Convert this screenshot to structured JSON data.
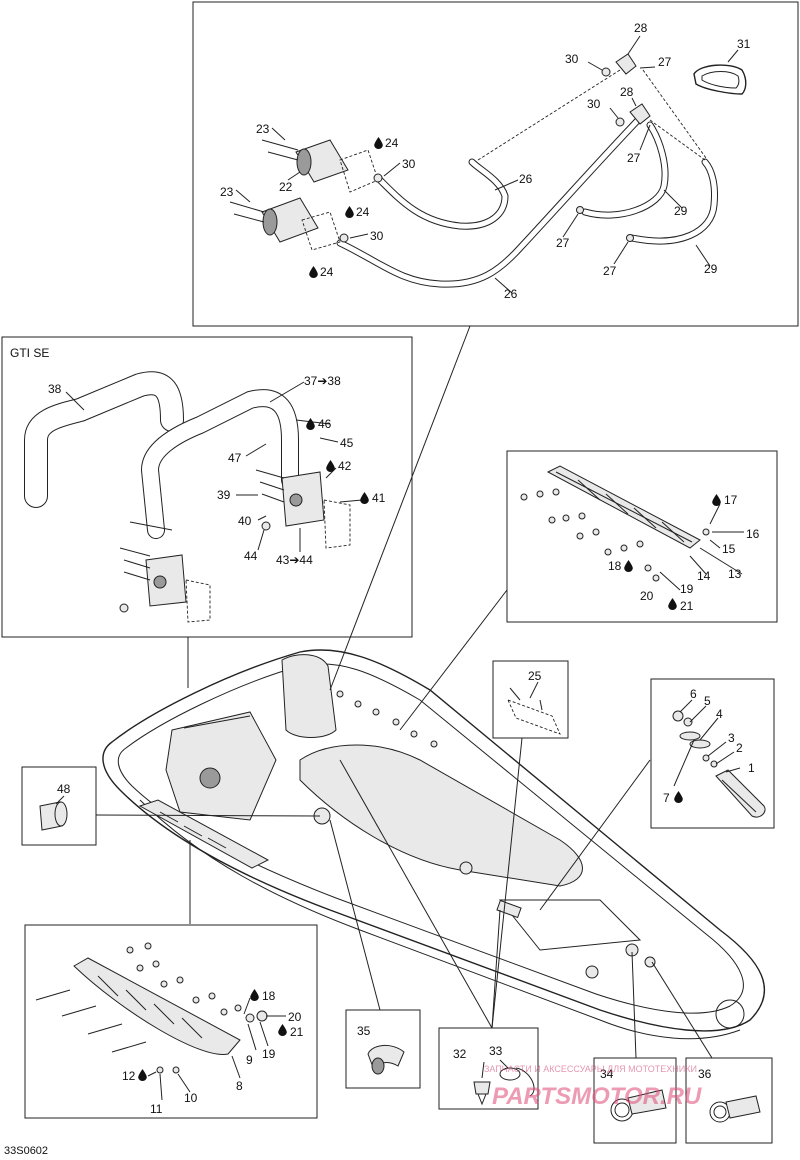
{
  "diagram_id": "33S0602",
  "variant_label": "GTI SE",
  "watermark": {
    "text_top": "ЗАПЧАСТИ И АКСЕССУАРЫ ДЛЯ МОТОТЕХНИКИ",
    "text_logo": "PARTSMOTOR.RU",
    "color": "#e04a7a"
  },
  "callouts": {
    "c1": "1",
    "c2": "2",
    "c3": "3",
    "c4": "4",
    "c5": "5",
    "c6": "6",
    "c7": "7",
    "c8": "8",
    "c9": "9",
    "c10": "10",
    "c11": "11",
    "c12": "12",
    "c13": "13",
    "c14": "14",
    "c15": "15",
    "c16": "16",
    "c17": "17",
    "c18": "18",
    "c19": "19",
    "c20": "20",
    "c21": "21",
    "c22": "22",
    "c23": "23",
    "c24": "24",
    "c25": "25",
    "c26": "26",
    "c27": "27",
    "c28": "28",
    "c29": "29",
    "c30": "30",
    "c31": "31",
    "c32": "32",
    "c33": "33",
    "c34": "34",
    "c35": "35",
    "c36": "36",
    "c37_38": "37➔38",
    "c38": "38",
    "c39": "39",
    "c40": "40",
    "c41": "41",
    "c42": "42",
    "c43_44": "43➔44",
    "c44": "44",
    "c45": "45",
    "c46": "46",
    "c47": "47",
    "c48": "48"
  },
  "icons": {
    "adhesive": "droplet-icon"
  }
}
